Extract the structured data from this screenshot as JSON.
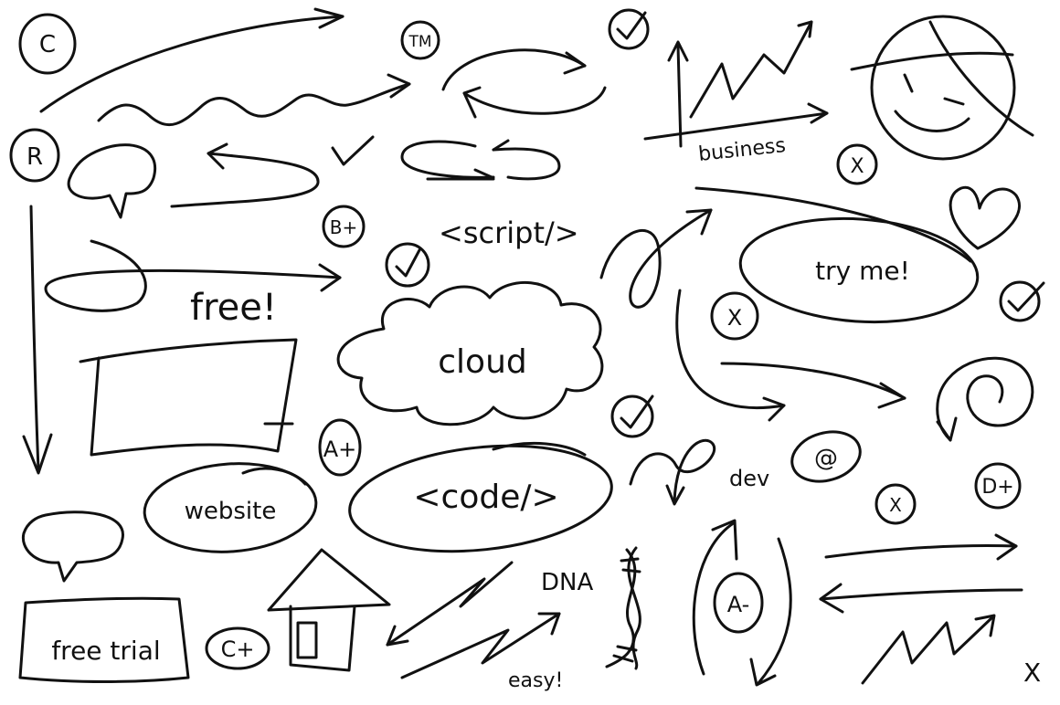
{
  "labels": {
    "c": "C",
    "tm": "TM",
    "r": "R",
    "b_plus": "B+",
    "a_plus": "A+",
    "a_minus": "A-",
    "c_plus": "C+",
    "d_plus": "D+",
    "x1": "X",
    "x2": "X",
    "x3": "X",
    "x_corner": "X",
    "business": "business",
    "script": "<script/>",
    "free": "free!",
    "cloud": "cloud",
    "try_me": "try me!",
    "website": "website",
    "code": "<code/>",
    "dev": "dev",
    "at": "@",
    "dna": "DNA",
    "easy": "easy!",
    "free_trial": "free trial"
  }
}
